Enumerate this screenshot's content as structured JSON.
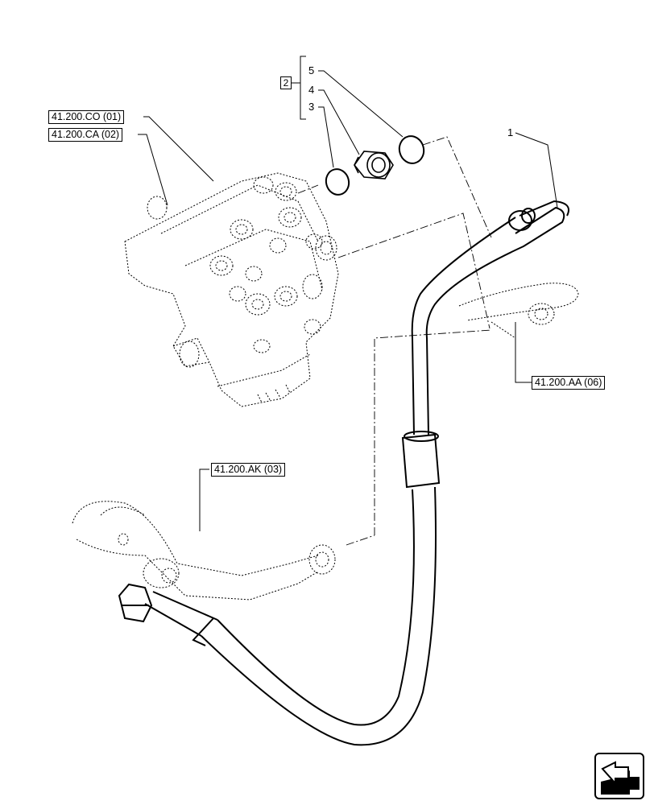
{
  "references": {
    "co_01": "41.200.CO (01)",
    "ca_02": "41.200.CA (02)",
    "ak_03": "41.200.AK (03)",
    "aa_06": "41.200.AA (06)"
  },
  "kit_group": {
    "number": "2",
    "items": [
      "5",
      "4",
      "3"
    ]
  },
  "item_labels": {
    "pipe": "1"
  },
  "navigation": {
    "icon": "next-page-arrow-icon"
  }
}
